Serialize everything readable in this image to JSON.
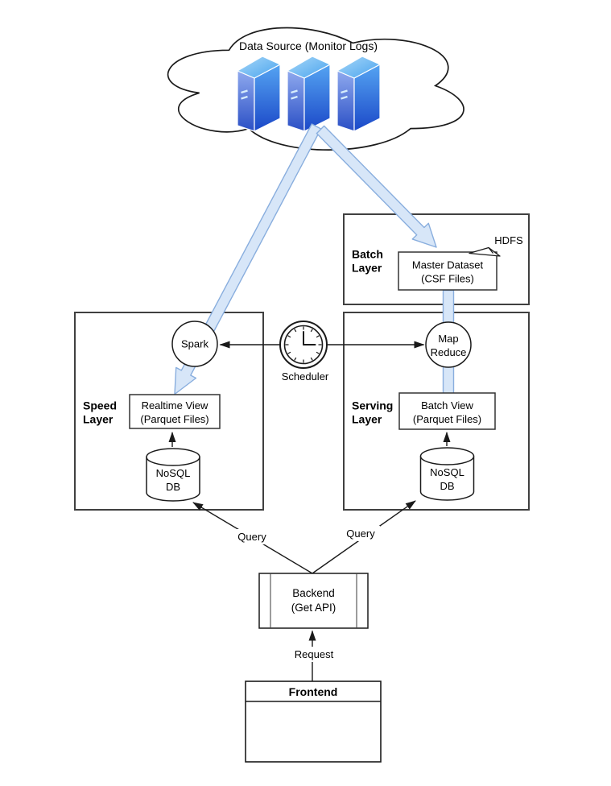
{
  "cloud": {
    "title": "Data Source (Monitor Logs)"
  },
  "batch_layer": {
    "label": [
      "Batch",
      "Layer"
    ],
    "hdfs": "HDFS",
    "master_dataset": [
      "Master Dataset",
      "(CSF Files)"
    ]
  },
  "speed_layer": {
    "label": [
      "Speed",
      "Layer"
    ],
    "spark": "Spark",
    "realtime_view": [
      "Realtime View",
      "(Parquet Files)"
    ],
    "nosql_db": [
      "NoSQL",
      "DB"
    ]
  },
  "serving_layer": {
    "label": [
      "Serving",
      "Layer"
    ],
    "map_reduce": [
      "Map",
      "Reduce"
    ],
    "batch_view": [
      "Batch View",
      "(Parquet Files)"
    ],
    "nosql_db": [
      "NoSQL",
      "DB"
    ]
  },
  "scheduler": {
    "label": "Scheduler"
  },
  "backend": {
    "label": [
      "Backend",
      "(Get API)"
    ]
  },
  "frontend": {
    "title": "Frontend"
  },
  "edges": {
    "query_left": "Query",
    "query_right": "Query",
    "request": "Request"
  },
  "colors": {
    "band_fill": "#d7e6f8",
    "band_stroke": "#89aede",
    "layer_box_stroke": "#404040",
    "node_stroke": "#333333",
    "server_top": [
      "#a8d8f8",
      "#49a3ee"
    ],
    "server_front": [
      "#8fa9ee",
      "#2a4fc5"
    ],
    "server_side": [
      "#55a4f2",
      "#1b48c8"
    ]
  }
}
